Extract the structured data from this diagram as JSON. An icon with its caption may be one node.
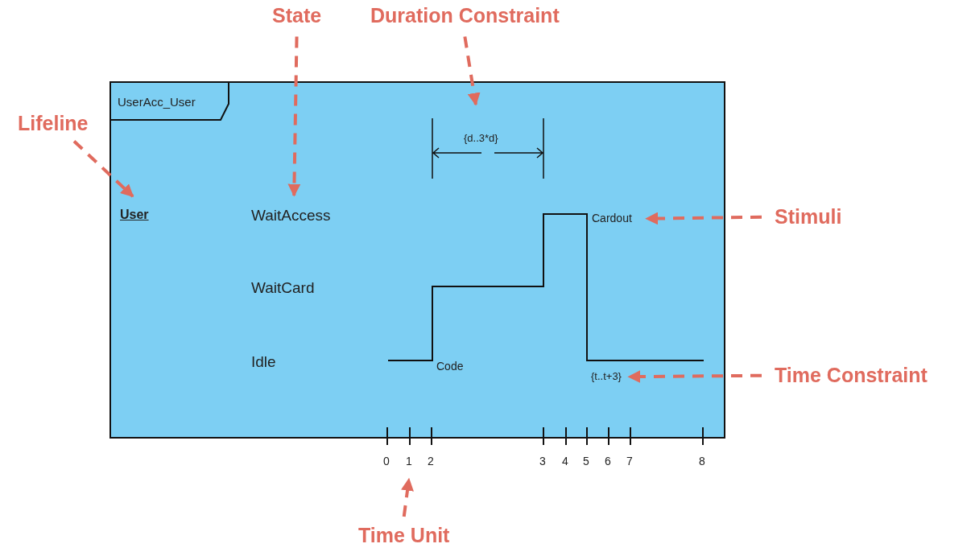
{
  "diagram": {
    "nodes": [
      {
        "text": [
          "UserAcc_User"
        ]
      },
      {
        "text": [
          "User"
        ],
        "in": 0
      },
      {
        "text": [
          "WaitAccess"
        ],
        "in": 0
      },
      {
        "text": [
          "WaitCard"
        ],
        "in": 0
      },
      {
        "text": [
          "Idle"
        ],
        "in": 0
      },
      {
        "text": [
          "{d..3*d}"
        ],
        "in": 0
      },
      {
        "text": [
          "Cardout"
        ],
        "in": 0
      },
      {
        "text": [
          "Code"
        ],
        "in": 0
      },
      {
        "text": [
          "{t..t+3}"
        ],
        "in": 0
      },
      {
        "text": [
          "Lifeline"
        ]
      },
      {
        "text": [
          "State"
        ]
      },
      {
        "text": [
          "Duration Constraint"
        ]
      },
      {
        "text": [
          "Stimuli"
        ]
      },
      {
        "text": [
          "Time Constraint"
        ]
      },
      {
        "text": [
          "Time Unit"
        ]
      },
      {
        "text": [
          "1"
        ]
      }
    ],
    "edges": [
      {
        "from": 9,
        "to": 1,
        "arrow": "to",
        "style": "dashed",
        "color": "#e06b5e"
      },
      {
        "from": 10,
        "to": 2,
        "arrow": "to",
        "style": "dashed",
        "color": "#e06b5e"
      },
      {
        "from": 11,
        "to": 5,
        "arrow": "to",
        "style": "dashed",
        "color": "#e06b5e"
      },
      {
        "from": 12,
        "to": 6,
        "arrow": "to",
        "style": "dashed",
        "color": "#e06b5e"
      },
      {
        "from": 13,
        "to": 8,
        "arrow": "to",
        "style": "dashed",
        "color": "#e06b5e"
      },
      {
        "from": 14,
        "to": 15,
        "arrow": "to",
        "style": "dashed",
        "color": "#e06b5e"
      }
    ],
    "labels": [
      "0",
      "2",
      "3",
      "4",
      "5",
      "6",
      "7",
      "8"
    ]
  }
}
